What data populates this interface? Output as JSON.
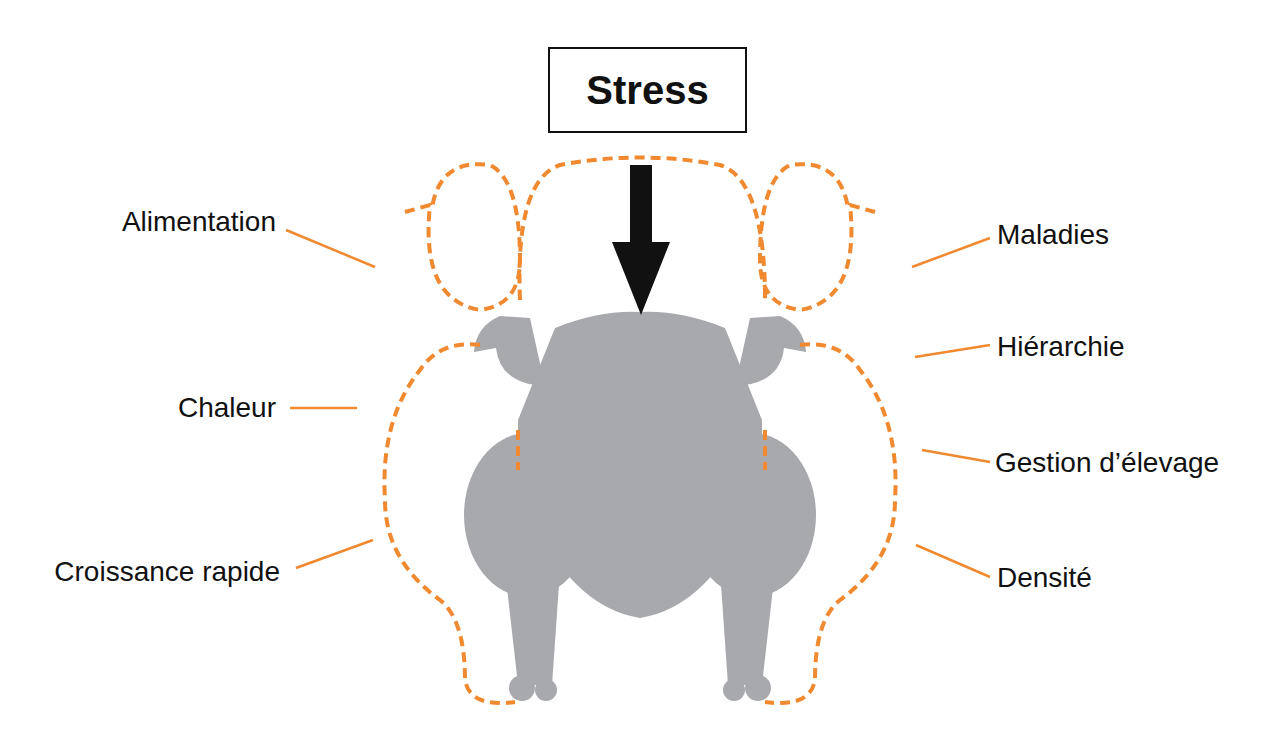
{
  "diagram": {
    "nodes": [
      {
        "text": [
          "Stress"
        ]
      }
    ],
    "labels": [
      "Alimentation",
      "Maladies",
      "Hiérarchie",
      "Chaleur",
      "Gestion d’élevage",
      "Croissance rapide",
      "Densité"
    ]
  }
}
